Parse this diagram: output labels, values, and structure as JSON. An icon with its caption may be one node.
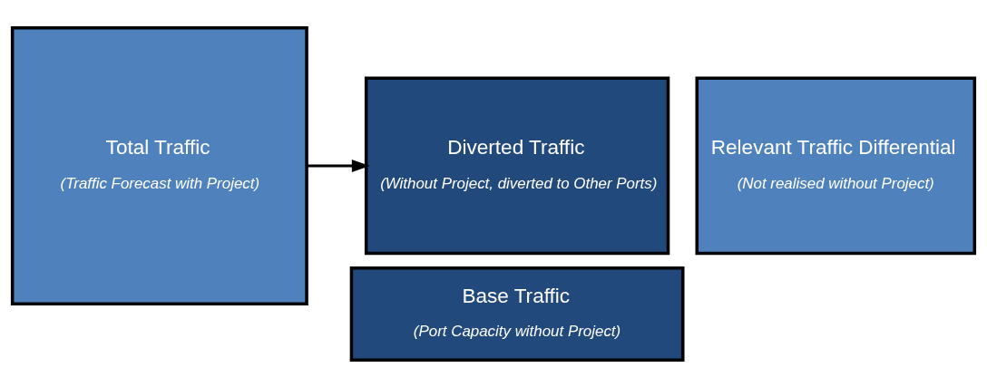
{
  "diagram": {
    "nodes": [
      {
        "text": [
          "Total Traffic",
          "(Traffic Forecast with Project)"
        ]
      },
      {
        "text": [
          "Diverted Traffic",
          "(Without Project, diverted to Other Ports)"
        ]
      },
      {
        "text": [
          "Relevant Traffic Differential",
          "(Not realised without Project)"
        ]
      },
      {
        "text": [
          "Base Traffic",
          "(Port Capacity without Project)"
        ]
      }
    ],
    "edges": [
      {
        "from": 0,
        "to": 1,
        "arrow": "to"
      }
    ]
  }
}
